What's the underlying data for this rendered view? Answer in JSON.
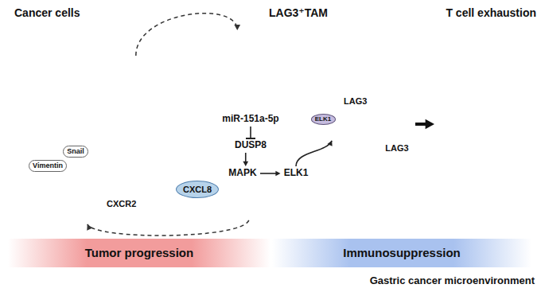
{
  "diagram": {
    "nodes": [
      {
        "text": [
          "Cancer cells"
        ]
      },
      {
        "text": [
          "Vimentin"
        ],
        "in": 0
      },
      {
        "text": [
          "Snail"
        ],
        "in": 0
      },
      {
        "text": [
          "LAG3⁺TAM"
        ]
      },
      {
        "text": [
          "miR-151a-5p"
        ],
        "in": 3
      },
      {
        "text": [
          "DUSP8"
        ],
        "in": 3
      },
      {
        "text": [
          "MAPK"
        ],
        "in": 3
      },
      {
        "text": [
          "ELK1"
        ],
        "in": 3
      },
      {
        "text": [
          "LAG3"
        ],
        "in": 3
      },
      {
        "text": [
          "ELK1"
        ],
        "in": 8
      },
      {
        "text": [
          "LAG3"
        ],
        "in": 3
      },
      {
        "text": [
          "CXCL8"
        ]
      },
      {
        "text": [
          "T cell exhaustion"
        ]
      },
      {
        "text": [
          "Tumor progression"
        ]
      },
      {
        "text": [
          "Immunosuppression"
        ]
      }
    ],
    "edges": [
      {
        "from": 0,
        "to": 3,
        "arrow": "to"
      },
      {
        "from": 3,
        "to": 0,
        "arrow": "to"
      },
      {
        "from": 4,
        "to": 5,
        "arrow": "to"
      },
      {
        "from": 5,
        "to": 6,
        "arrow": "to"
      },
      {
        "from": 6,
        "to": 7,
        "arrow": "to"
      },
      {
        "from": 7,
        "to": 8,
        "arrow": "to"
      },
      {
        "from": 10,
        "to": 12,
        "arrow": "to"
      }
    ],
    "labels": [
      "CXCR2",
      "Gastric cancer microenvironment"
    ]
  }
}
